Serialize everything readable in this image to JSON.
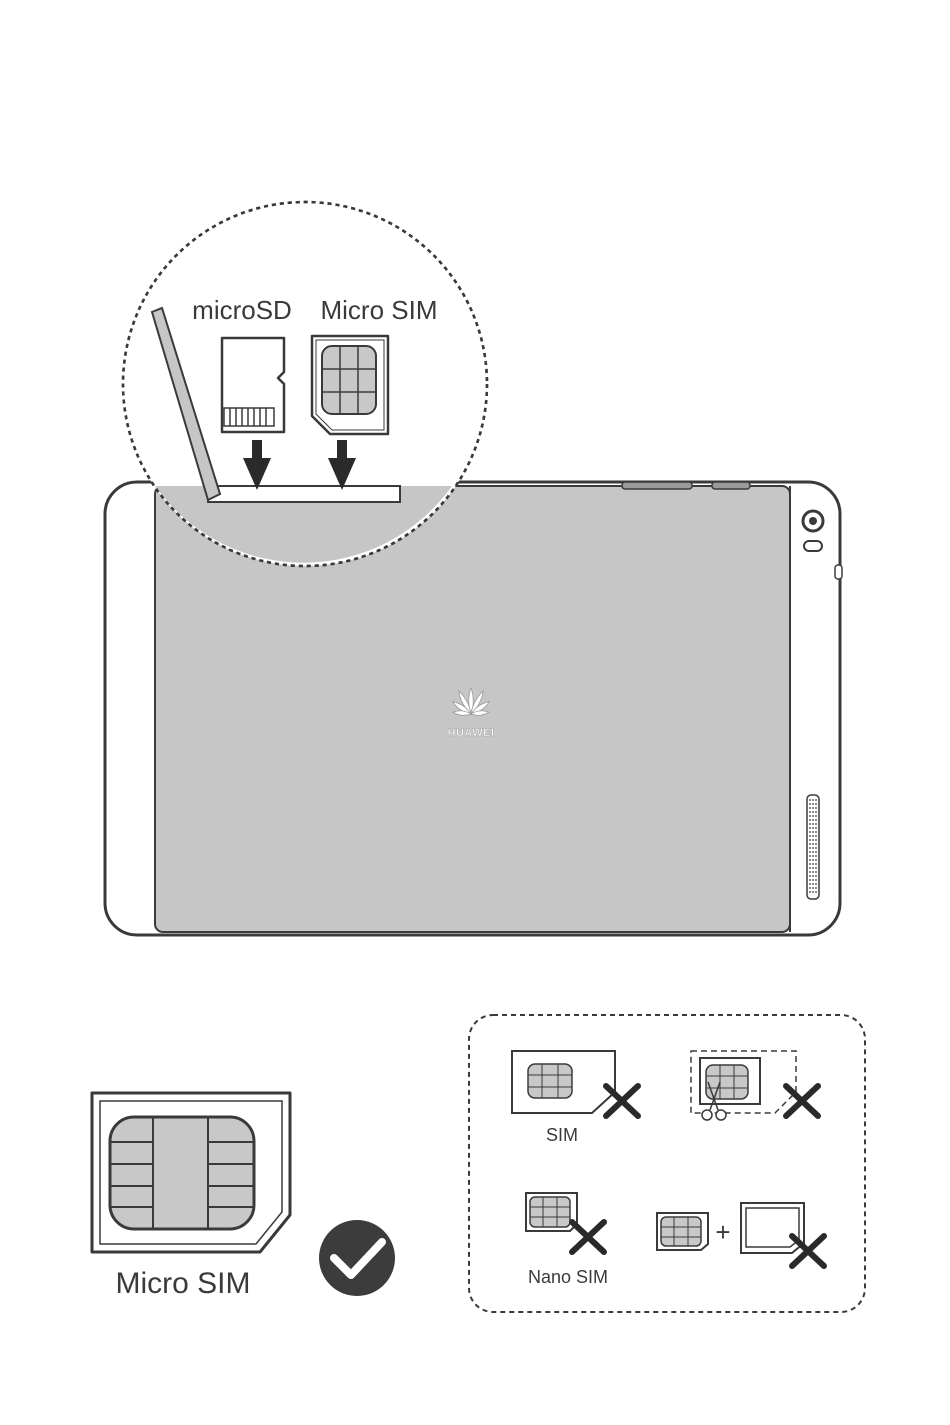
{
  "labels": {
    "microsd": "microSD",
    "micro_sim_slot": "Micro SIM",
    "brand": "HUAWEI",
    "micro_sim_card": "Micro SIM",
    "sim": "SIM",
    "nano_sim": "Nano SIM",
    "plus": "+"
  },
  "colors": {
    "outline": "#3a3a3a",
    "body_grey": "#c6c6c6",
    "chip_grey": "#c8c8c8",
    "check_dark": "#3c3c3c"
  }
}
